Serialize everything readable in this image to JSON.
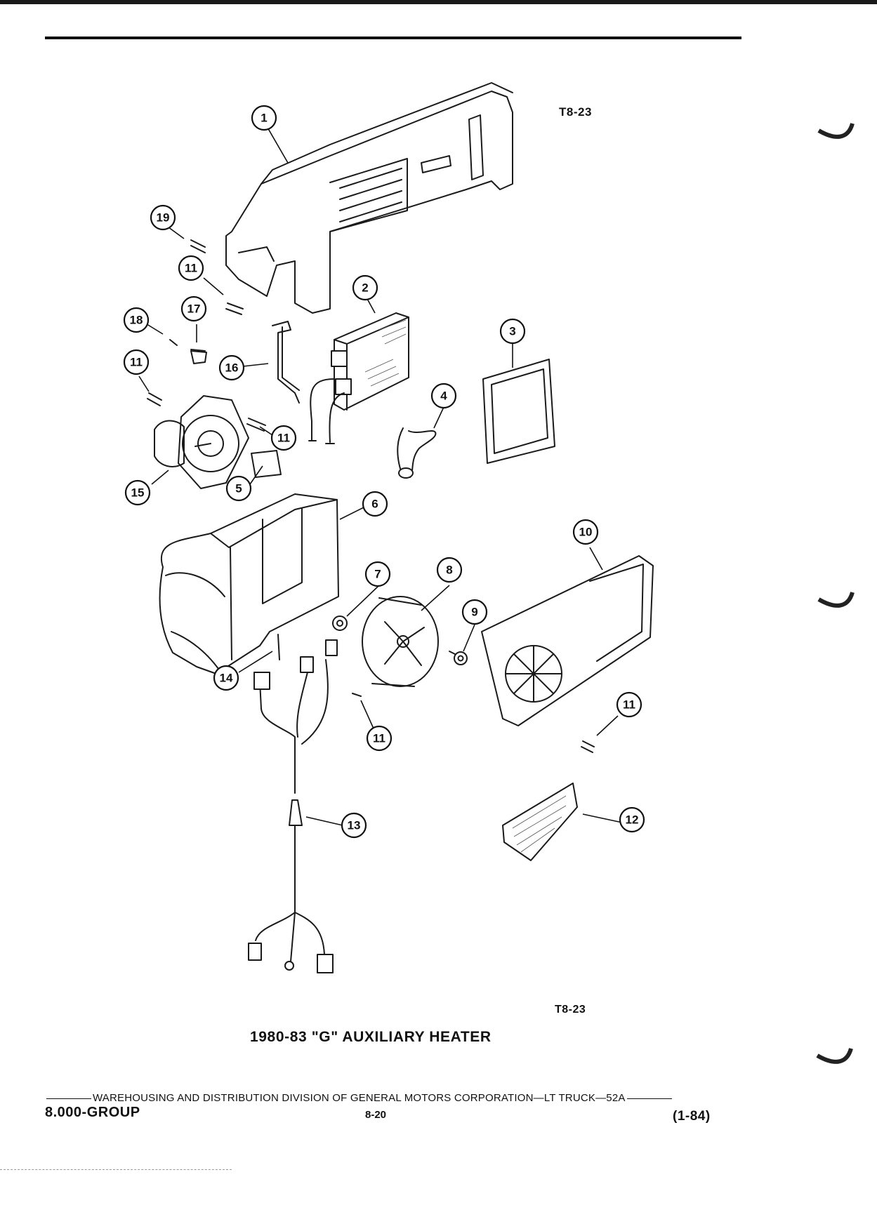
{
  "figure_id_top": "T8-23",
  "figure_id_bottom": "T8-23",
  "caption": "1980-83 \"G\" AUXILIARY HEATER",
  "callouts": {
    "c1": "1",
    "c2": "2",
    "c3": "3",
    "c4": "4",
    "c5": "5",
    "c6": "6",
    "c7": "7",
    "c8": "8",
    "c9": "9",
    "c10": "10",
    "c11a": "11",
    "c11b": "11",
    "c11c": "11",
    "c11d": "11",
    "c11e": "11",
    "c12": "12",
    "c13": "13",
    "c14": "14",
    "c15": "15",
    "c16": "16",
    "c17": "17",
    "c18": "18",
    "c19": "19"
  },
  "footer": {
    "text": "WAREHOUSING AND DISTRIBUTION  DIVISION OF GENERAL MOTORS CORPORATION—LT TRUCK—52A",
    "group": "8.000-GROUP",
    "page": "8-20",
    "revision": "(1-84)"
  }
}
